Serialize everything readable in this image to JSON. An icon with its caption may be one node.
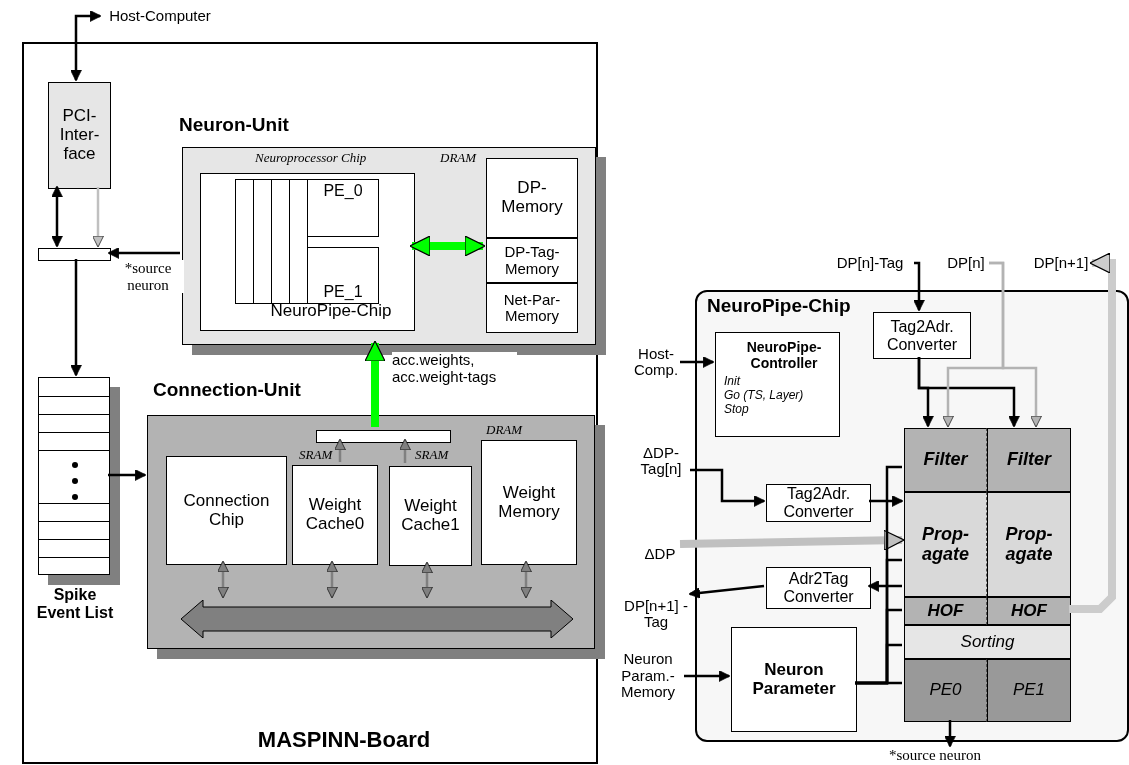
{
  "diagram": {
    "nodes": [
      {
        "text": [
          "MASPINN-Board"
        ]
      },
      {
        "text": [
          "Host-Computer"
        ]
      },
      {
        "text": [
          "PCI- Inter- face"
        ],
        "in": 0
      },
      {
        "text": [],
        "shape": "bar",
        "in": 0
      },
      {
        "text": [
          "Neuron-Unit"
        ],
        "in": 0
      },
      {
        "text": [
          "NeuroPipe-Chip"
        ],
        "beside": [
          "Neuroprocessor Chip"
        ],
        "in": 4
      },
      {
        "text": [
          "PE_0"
        ],
        "in": 5
      },
      {
        "text": [
          "PE_1"
        ],
        "in": 5
      },
      {
        "text": [
          "DP- Memory"
        ],
        "beside": [
          "DRAM"
        ],
        "in": 4
      },
      {
        "text": [
          "DP-Tag- Memory"
        ],
        "in": 4
      },
      {
        "text": [
          "Net-Par- Memory"
        ],
        "in": 4
      },
      {
        "text": [
          "Spike Event List"
        ],
        "in": 0
      },
      {
        "text": [
          "Connection-Unit"
        ],
        "in": 0
      },
      {
        "text": [],
        "shape": "bar",
        "in": 12
      },
      {
        "text": [
          "Connection Chip"
        ],
        "in": 12
      },
      {
        "text": [
          "Weight Cache0"
        ],
        "beside": [
          "SRAM"
        ],
        "in": 12
      },
      {
        "text": [
          "Weight Cache1"
        ],
        "beside": [
          "SRAM"
        ],
        "in": 12
      },
      {
        "text": [
          "Weight Memory"
        ],
        "beside": [
          "DRAM"
        ],
        "in": 12
      },
      {
        "text": [],
        "shape": "arrow",
        "in": 12
      },
      {
        "text": [
          "NeuroPipe-Chip"
        ]
      },
      {
        "text": [
          "NeuroPipe- Controller",
          "Init",
          "Go (TS, Layer)",
          "Stop"
        ],
        "in": 19
      },
      {
        "text": [
          "Tag2Adr. Converter"
        ],
        "in": 19
      },
      {
        "text": [
          "Tag2Adr. Converter"
        ],
        "in": 19
      },
      {
        "text": [
          "Adr2Tag Converter"
        ],
        "in": 19
      },
      {
        "text": [
          "Neuron Parameter"
        ],
        "in": 19
      },
      {
        "text": [
          "Filter"
        ],
        "in": 19
      },
      {
        "text": [
          "Filter"
        ],
        "in": 19
      },
      {
        "text": [
          "Prop- agate"
        ],
        "in": 19
      },
      {
        "text": [
          "Prop- agate"
        ],
        "in": 19
      },
      {
        "text": [
          "HOF"
        ],
        "in": 19
      },
      {
        "text": [
          "HOF"
        ],
        "in": 19
      },
      {
        "text": [
          "Sorting"
        ],
        "in": 19
      },
      {
        "text": [
          "PE0"
        ],
        "in": 19
      },
      {
        "text": [
          "PE1"
        ],
        "in": 19
      },
      {
        "text": [
          "DP[n]-Tag"
        ]
      },
      {
        "text": [
          "DP[n]"
        ]
      },
      {
        "text": [
          "DP[n+1]"
        ]
      },
      {
        "text": [
          "Host- Comp."
        ]
      },
      {
        "text": [
          "ΔDP- Tag[n]"
        ]
      },
      {
        "text": [
          "ΔDP"
        ]
      },
      {
        "text": [
          "DP[n+1] -Tag"
        ]
      },
      {
        "text": [
          "Neuron Param.- Memory"
        ]
      },
      {
        "text": [
          "*source neuron"
        ]
      }
    ],
    "edges": [
      {
        "from": 1,
        "to": 2,
        "arrow": "both"
      },
      {
        "from": 2,
        "to": 3,
        "arrow": "both"
      },
      {
        "from": 2,
        "to": 3,
        "arrow": "to",
        "color": "#c0c0c0"
      },
      {
        "from": 4,
        "to": 3,
        "arrow": "to",
        "label": "*source neuron"
      },
      {
        "from": 3,
        "to": 11,
        "arrow": "to"
      },
      {
        "from": 11,
        "to": 12,
        "arrow": "to"
      },
      {
        "from": 5,
        "to": 9,
        "arrow": "both",
        "style": "thick",
        "color": "#00ff00"
      },
      {
        "from": 13,
        "to": 4,
        "arrow": "to",
        "style": "thick",
        "color": "#00ff00",
        "label": "acc.weights, acc.weight-tags"
      },
      {
        "from": 15,
        "to": 13,
        "arrow": "to",
        "color": "#808080"
      },
      {
        "from": 16,
        "to": 13,
        "arrow": "to",
        "color": "#808080"
      },
      {
        "from": 14,
        "to": 18,
        "arrow": "both",
        "color": "#808080"
      },
      {
        "from": 15,
        "to": 18,
        "arrow": "both",
        "color": "#808080"
      },
      {
        "from": 16,
        "to": 18,
        "arrow": "both",
        "color": "#808080"
      },
      {
        "from": 17,
        "to": 18,
        "arrow": "both",
        "color": "#808080"
      },
      {
        "from": 34,
        "to": 21,
        "arrow": "to"
      },
      {
        "from": 21,
        "to": 25,
        "arrow": "to"
      },
      {
        "from": 21,
        "to": 26,
        "arrow": "to"
      },
      {
        "from": 35,
        "to": 25,
        "arrow": "to",
        "color": "#b3b3b3"
      },
      {
        "from": 35,
        "to": 26,
        "arrow": "to",
        "color": "#b3b3b3"
      },
      {
        "from": 30,
        "to": 36,
        "arrow": "to",
        "style": "thick",
        "color": "#cccccc"
      },
      {
        "from": 37,
        "to": 20,
        "arrow": "to"
      },
      {
        "from": 38,
        "to": 22,
        "arrow": "to"
      },
      {
        "from": 22,
        "to": 27,
        "arrow": "to"
      },
      {
        "from": 39,
        "to": 27,
        "arrow": "to",
        "style": "thick",
        "color": "#c0c0c0"
      },
      {
        "from": 27,
        "to": 23,
        "arrow": "to"
      },
      {
        "from": 23,
        "to": 40,
        "arrow": "to"
      },
      {
        "from": 41,
        "to": 24,
        "arrow": "to"
      },
      {
        "from": 24,
        "to": 25,
        "arrow": "none"
      },
      {
        "from": 24,
        "to": 27,
        "arrow": "none"
      },
      {
        "from": 24,
        "to": 29,
        "arrow": "none"
      },
      {
        "from": 24,
        "to": 31,
        "arrow": "none"
      },
      {
        "from": 24,
        "to": 32,
        "arrow": "none"
      },
      {
        "from": 32,
        "to": 42,
        "arrow": "to"
      }
    ]
  }
}
